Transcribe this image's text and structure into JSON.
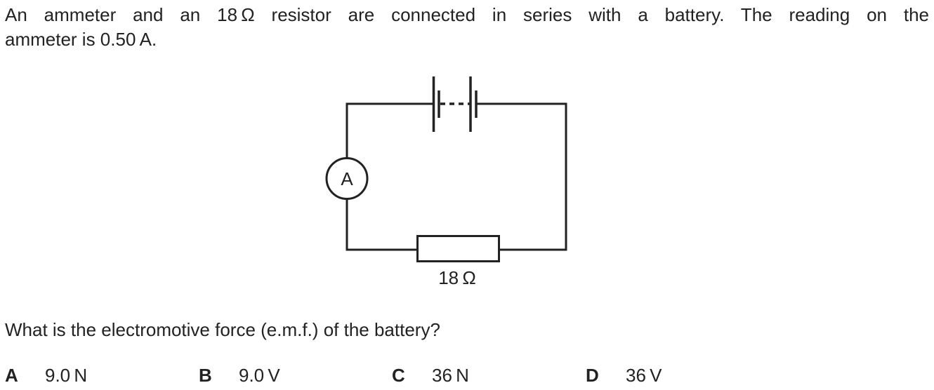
{
  "intro": {
    "line1": "An ammeter and an 18 Ω resistor are connected in series with a battery. The reading on the",
    "line2": "ammeter is 0.50 A."
  },
  "diagram": {
    "ammeter_label": "A",
    "resistor_label": "18 Ω",
    "components": [
      "battery-multi-cell",
      "ammeter",
      "resistor-18-ohm"
    ]
  },
  "question": "What is the electromotive force (e.m.f.) of the battery?",
  "options": [
    {
      "letter": "A",
      "value": "9.0 N"
    },
    {
      "letter": "B",
      "value": "9.0 V"
    },
    {
      "letter": "C",
      "value": "36 N"
    },
    {
      "letter": "D",
      "value": "36 V"
    }
  ]
}
